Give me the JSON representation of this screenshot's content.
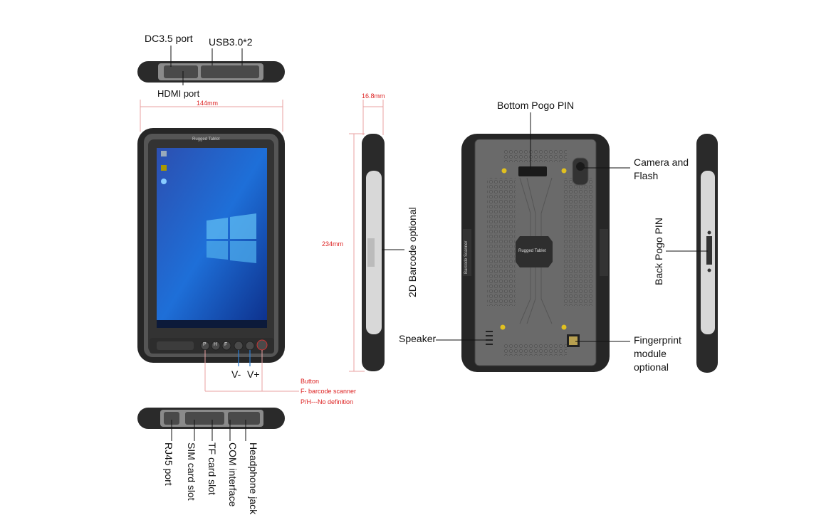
{
  "top_view": {
    "dc_port": "DC3.5 port",
    "usb": "USB3.0*2",
    "hdmi": "HDMI port"
  },
  "dimensions": {
    "width": "144mm",
    "height": "234mm",
    "depth": "16.8mm"
  },
  "front": {
    "bezel_brand": "Rugged Tablet",
    "buttons": [
      "P",
      "H",
      "F"
    ],
    "vol_down": "V-",
    "vol_up": "V+",
    "button_notes": [
      "Button",
      "F- barcode scanner",
      "P/H---No definition"
    ]
  },
  "side": {
    "barcode": "2D Barcode optional"
  },
  "back": {
    "pogo_bottom": "Bottom Pogo PIN",
    "camera": [
      "Camera and",
      "Flash"
    ],
    "speaker": "Speaker",
    "fingerprint": [
      "Fingerprint",
      "module",
      "optional"
    ],
    "center_badge": "Rugged Tablet",
    "side_label": "Barcode Scanner"
  },
  "right_side": {
    "back_pogo": "Back Pogo PIN"
  },
  "bottom_view": {
    "ports": [
      "RJ45 port",
      "SIM card slot",
      "TF card slot",
      "COM interface",
      "Headphone jack"
    ]
  },
  "colors": {
    "dimension": "#dd2222",
    "leader": "#111111",
    "volume": "#2a7fd4",
    "rubber": "#2a2a2a",
    "body": "#5e5e5e"
  }
}
